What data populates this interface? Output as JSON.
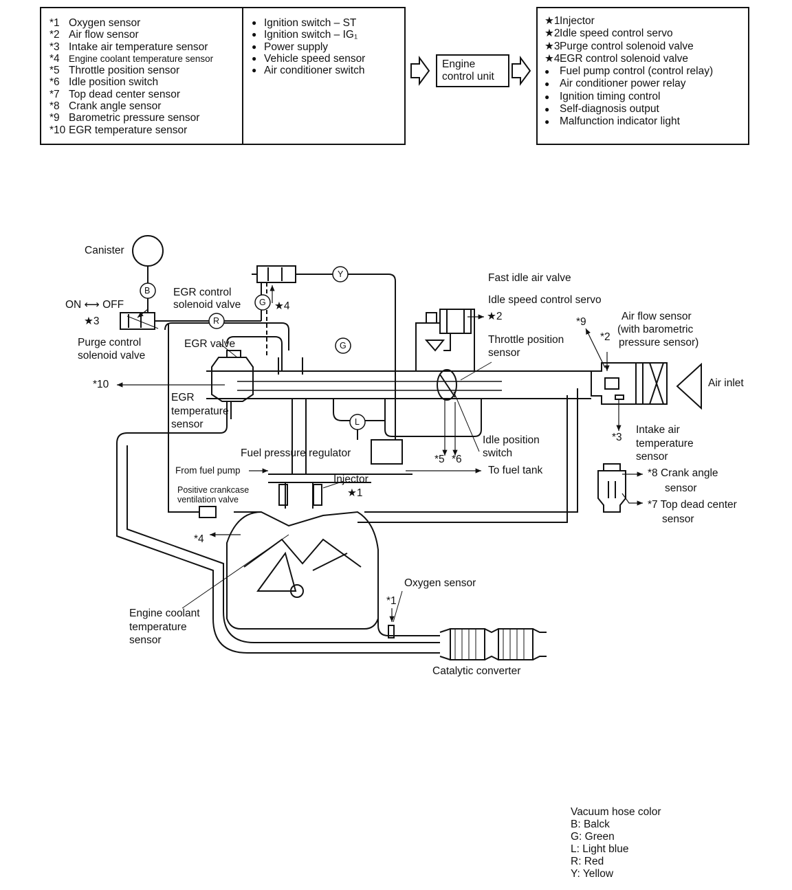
{
  "inputs": {
    "sensors": [
      {
        "mark": "*1",
        "label": "Oxygen sensor"
      },
      {
        "mark": "*2",
        "label": "Air flow sensor"
      },
      {
        "mark": "*3",
        "label": "Intake air temperature sensor"
      },
      {
        "mark": "*4",
        "label": "Engine coolant temperature sensor"
      },
      {
        "mark": "*5",
        "label": "Throttle position sensor"
      },
      {
        "mark": "*6",
        "label": "Idle position switch"
      },
      {
        "mark": "*7",
        "label": "Top dead center sensor"
      },
      {
        "mark": "*8",
        "label": "Crank angle sensor"
      },
      {
        "mark": "*9",
        "label": "Barometric pressure sensor"
      },
      {
        "mark": "*10",
        "label": "EGR temperature sensor"
      }
    ],
    "switches": [
      "Ignition switch – ST",
      "Ignition switch – IG₁",
      "Power supply",
      "Vehicle speed sensor",
      "Air conditioner switch"
    ]
  },
  "ecu": {
    "line1": "Engine",
    "line2": "control unit"
  },
  "outputs": [
    {
      "mark": "★1",
      "label": "Injector"
    },
    {
      "mark": "★2",
      "label": "Idle speed control servo"
    },
    {
      "mark": "★3",
      "label": "Purge control solenoid valve"
    },
    {
      "mark": "★4",
      "label": "EGR control solenoid valve"
    },
    {
      "mark": "●",
      "label": "Fuel pump control (control relay)"
    },
    {
      "mark": "●",
      "label": "Air conditioner power relay"
    },
    {
      "mark": "●",
      "label": "Ignition timing control"
    },
    {
      "mark": "●",
      "label": "Self-diagnosis output"
    },
    {
      "mark": "●",
      "label": "Malfunction indicator light"
    }
  ],
  "diagram": {
    "canister": "Canister",
    "on_off": "ON ⟷ OFF",
    "star3": "★3",
    "purge_l1": "Purge control",
    "purge_l2": "solenoid valve",
    "egr_ctrl_l1": "EGR control",
    "egr_ctrl_l2": "solenoid valve",
    "star4": "★4",
    "egr_valve": "EGR valve",
    "mark10": "*10",
    "egr_temp_l1": "EGR",
    "egr_temp_l2": "temperature",
    "egr_temp_l3": "sensor",
    "fast_idle": "Fast idle air valve",
    "isc_servo": "Idle speed control servo",
    "star2": "★2",
    "tps_l1": "Throttle position",
    "tps_l2": "sensor",
    "afs_l1": "Air flow sensor",
    "afs_l2": "(with barometric",
    "afs_l3": "pressure sensor)",
    "mark9": "*9",
    "mark2": "*2",
    "air_inlet": "Air inlet",
    "ips_l1": "Idle position",
    "ips_l2": "switch",
    "mark5": "*5",
    "mark6": "*6",
    "iat_l1": "Intake air",
    "iat_l2": "temperature",
    "iat_l3": "sensor",
    "mark3": "*3",
    "fpr": "Fuel pressure regulator",
    "from_pump": "From fuel pump",
    "to_tank": "To fuel tank",
    "injector": "Injector",
    "star1": "★1",
    "pcv_l1": "Positive crankcase",
    "pcv_l2": "ventilation valve",
    "mark4": "*4",
    "crank": "*8 Crank angle",
    "crank2": "sensor",
    "tdc": "*7 Top dead center",
    "tdc2": "sensor",
    "o2": "Oxygen sensor",
    "mark1": "*1",
    "ect_l1": "Engine coolant",
    "ect_l2": "temperature",
    "ect_l3": "sensor",
    "cat": "Catalytic converter",
    "hose_b": "B",
    "hose_g": "G",
    "hose_r": "R",
    "hose_y": "Y",
    "hose_l": "L"
  },
  "legend": {
    "title": "Vacuum hose color",
    "items": [
      "B: Balck",
      "G: Green",
      "L: Light blue",
      "R: Red",
      "Y: Yellow"
    ]
  }
}
